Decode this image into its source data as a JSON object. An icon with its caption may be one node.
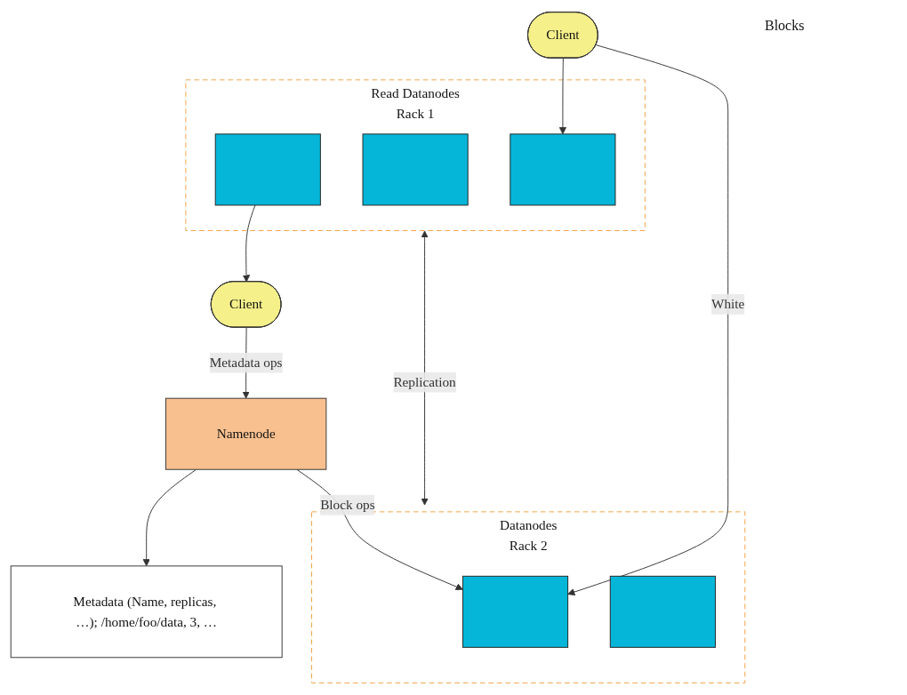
{
  "diagram": {
    "nodes": [
      {
        "text": [
          "Namenode"
        ]
      },
      {
        "text": [
          "Metadata (Name, replicas, …); /home/foo/data, 3, …"
        ]
      },
      {
        "text": [
          "Client"
        ]
      },
      {
        "text": [
          "Read Datanodes",
          "Rack 1"
        ]
      },
      {
        "text": [],
        "shape": "box",
        "in": 3
      },
      {
        "text": [],
        "shape": "box",
        "in": 3
      },
      {
        "text": [],
        "shape": "box",
        "in": 3
      },
      {
        "text": [
          "Datanodes",
          "Rack 2"
        ]
      },
      {
        "text": [],
        "shape": "box",
        "in": 7
      },
      {
        "text": [],
        "shape": "box",
        "in": 7
      },
      {
        "text": [
          "Client"
        ]
      }
    ],
    "edges": [
      {
        "from": 2,
        "to": 0,
        "arrow": "to",
        "label": "Metadata ops"
      },
      {
        "from": 0,
        "to": 1,
        "arrow": "to"
      },
      {
        "from": 0,
        "to": 8,
        "arrow": "to",
        "label": "Block ops"
      },
      {
        "from": 4,
        "to": 2,
        "arrow": "to"
      },
      {
        "from": 3,
        "to": 7,
        "arrow": "both",
        "label": "Replication"
      },
      {
        "from": 10,
        "to": 6,
        "arrow": "to"
      },
      {
        "from": 10,
        "to": 8,
        "arrow": "to",
        "label": "White"
      }
    ],
    "labels": [
      "Blocks"
    ]
  }
}
